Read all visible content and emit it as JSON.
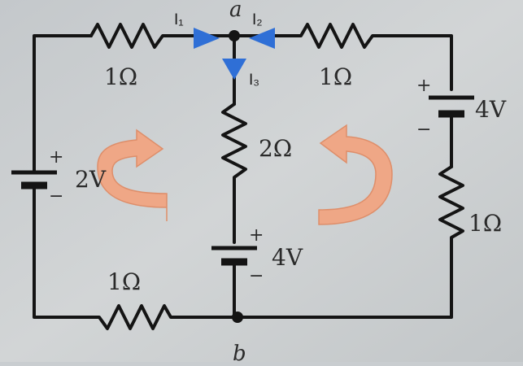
{
  "colors": {
    "background": "#c9cdd0",
    "wire": "#141414",
    "current_arrow": "#2f6fd6",
    "loop_arrow": "#f3a37e"
  },
  "node_labels": {
    "top": "a",
    "bottom": "b"
  },
  "currents": {
    "i1": "I₁",
    "i2": "I₂",
    "i3": "I₃"
  },
  "components": {
    "r_top_left": "1Ω",
    "r_top_right": "1Ω",
    "r_middle": "2Ω",
    "r_right": "1Ω",
    "r_bottom_left": "1Ω",
    "v_left": "2V",
    "v_middle": "4V",
    "v_right": "4V"
  },
  "polarity": {
    "plus": "+",
    "minus": "−"
  },
  "loop_arrows": [
    {
      "name": "left-loop",
      "icon": "circular-arrow-icon"
    },
    {
      "name": "right-loop",
      "icon": "circular-arrow-icon"
    }
  ]
}
